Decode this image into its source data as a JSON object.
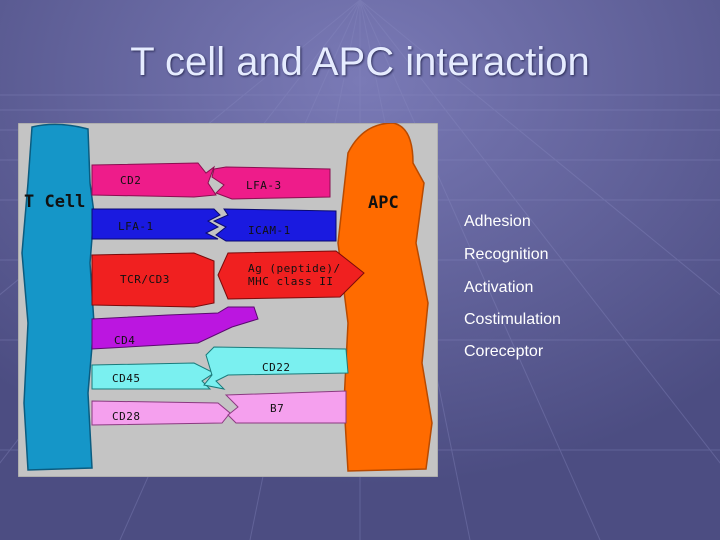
{
  "slide": {
    "title": "T cell and APC interaction"
  },
  "figure": {
    "t_cell_label": "T Cell",
    "apc_label": "APC",
    "molecules": {
      "cd2": "CD2",
      "lfa3": "LFA-3",
      "lfa1": "LFA-1",
      "icam1": "ICAM-1",
      "tcr_cd3": "TCR/CD3",
      "ag_mhc_line1": "Ag (peptide)/",
      "ag_mhc_line2": "MHC class II",
      "cd4": "CD4",
      "cd45": "CD45",
      "cd22": "CD22",
      "cd28": "CD28",
      "b7": "B7"
    },
    "colors": {
      "t_cell": "#1596c8",
      "apc": "#ff6b00",
      "adhesion_top": "#ee1c8a",
      "adhesion_bottom": "#1a1ae0",
      "recognition": "#f02020",
      "coreceptor": "#bb16e0",
      "costim_a": "#7af0f0",
      "costim_b": "#f5a0ee"
    }
  },
  "legend": {
    "items": [
      "Adhesion",
      "Recognition",
      "Activation",
      "Costimulation",
      "Coreceptor"
    ]
  }
}
